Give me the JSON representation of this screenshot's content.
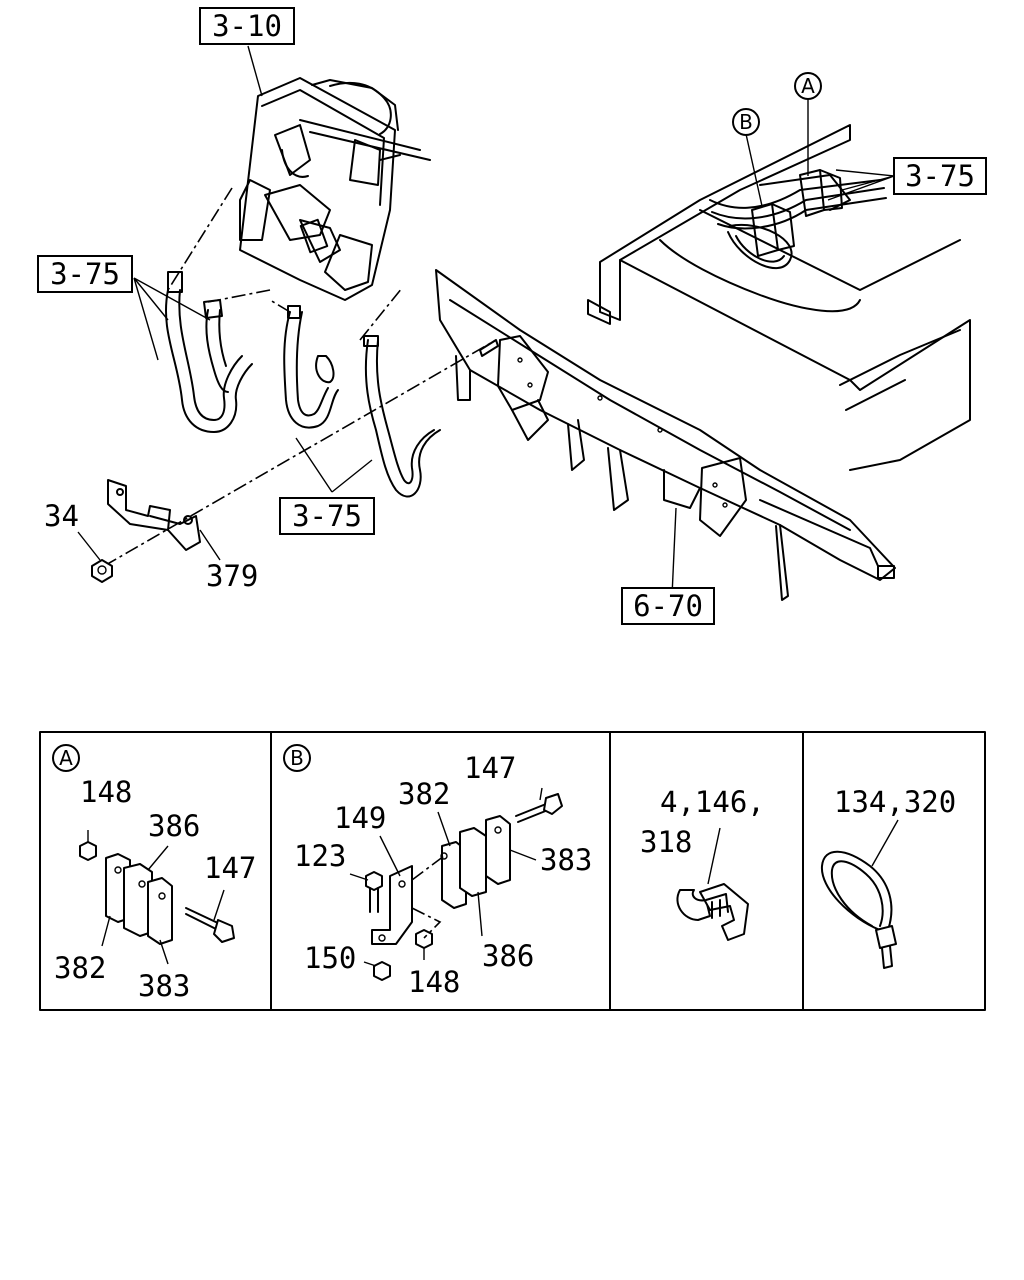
{
  "refs": {
    "top_ref": "3-10",
    "hose_left": "3-75",
    "hose_bottom": "3-75",
    "hose_right": "3-75",
    "frame_ref": "6-70"
  },
  "callouts": {
    "circle_a": "A",
    "circle_b": "B",
    "part_34": "34",
    "part_379": "379"
  },
  "panel_a": {
    "badge": "A",
    "p148": "148",
    "p386": "386",
    "p147": "147",
    "p382": "382",
    "p383": "383"
  },
  "panel_b": {
    "badge": "B",
    "p147": "147",
    "p382": "382",
    "p149": "149",
    "p123": "123",
    "p383": "383",
    "p150": "150",
    "p148": "148",
    "p386": "386"
  },
  "panel_c": {
    "line1": "4,146,",
    "line2": "318"
  },
  "panel_d": {
    "line1": "134,320"
  }
}
